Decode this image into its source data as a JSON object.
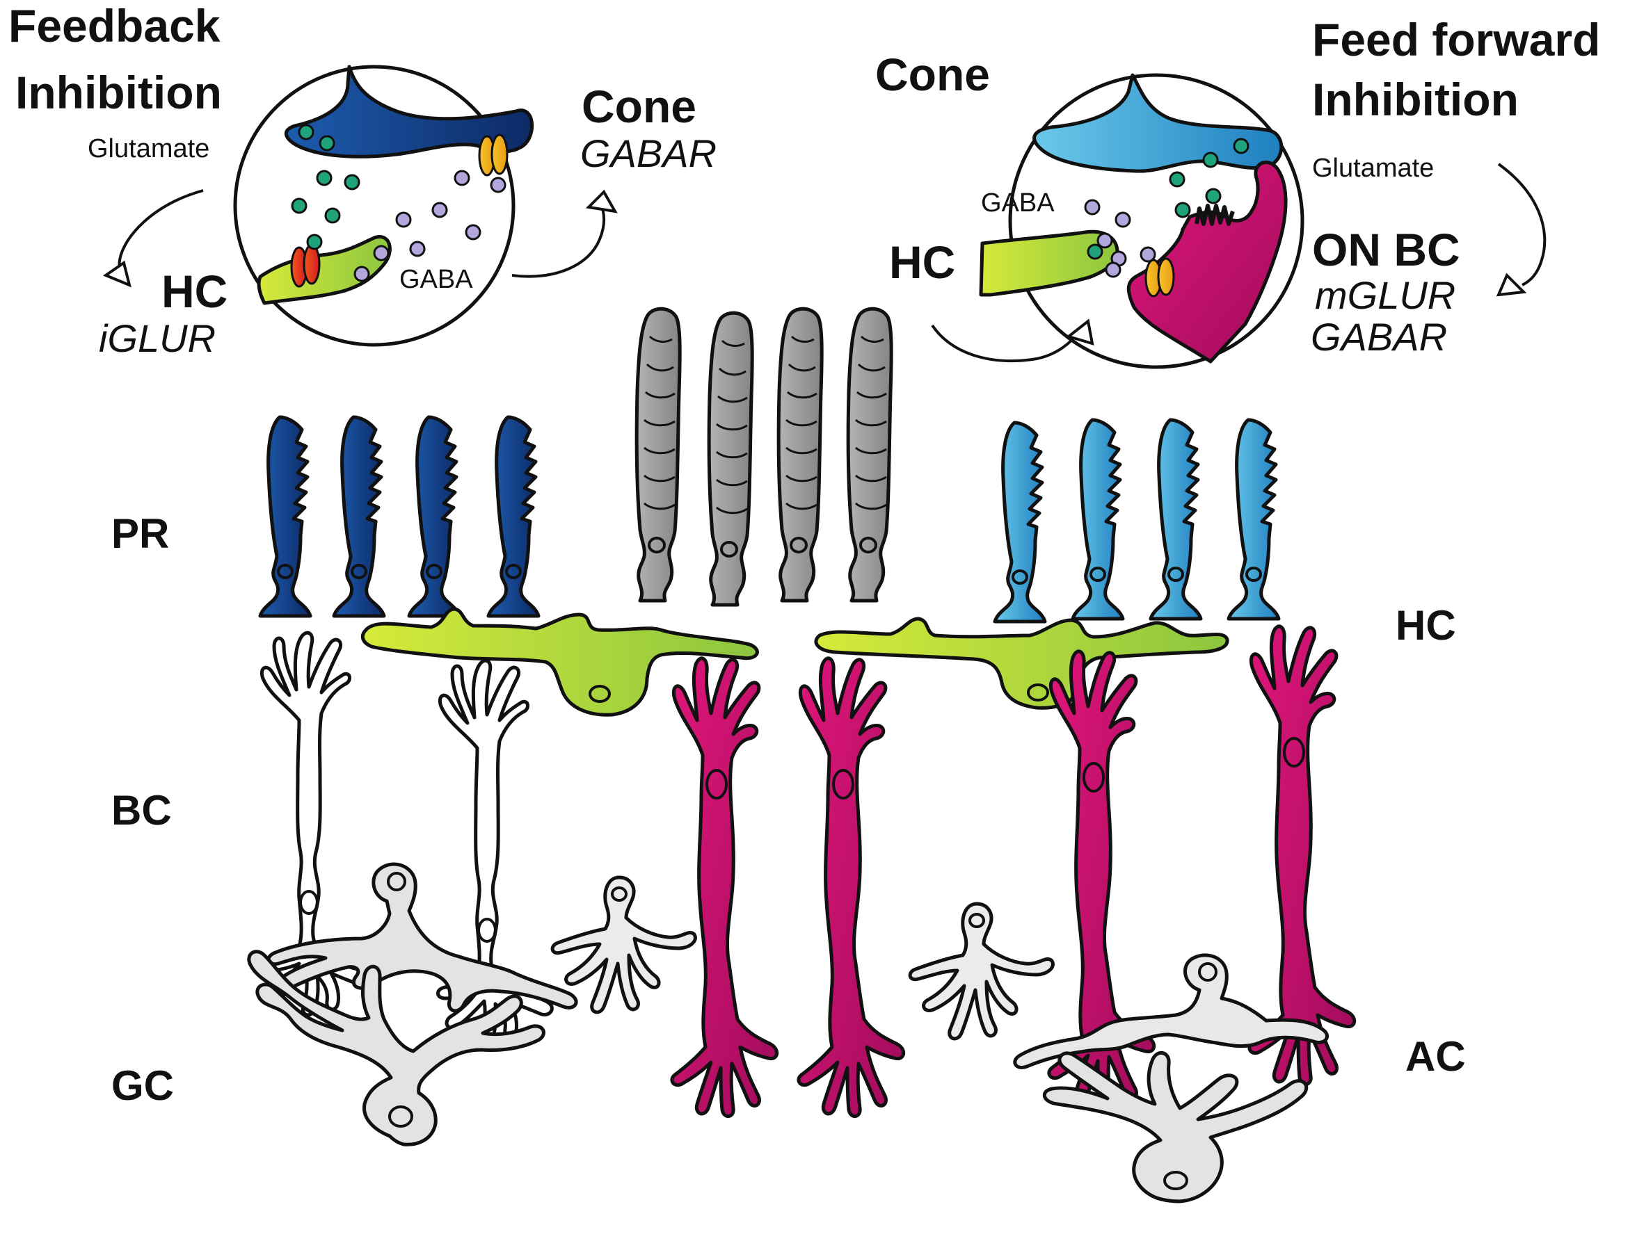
{
  "titles": {
    "feedback_line1": "Feedback",
    "feedback_line2": "Inhibition",
    "feedforward_line1": "Feed forward",
    "feedforward_line2": "Inhibition"
  },
  "left_inset": {
    "glutamate": "Glutamate",
    "gaba": "GABA",
    "cone": "Cone",
    "cone_receptor": "GABAR",
    "hc": "HC",
    "hc_receptor": "iGLUR"
  },
  "right_inset": {
    "cone": "Cone",
    "glutamate": "Glutamate",
    "gaba": "GABA",
    "hc": "HC",
    "onbc": "ON BC",
    "onbc_receptor1": "mGLUR",
    "onbc_receptor2": "GABAR"
  },
  "layers": {
    "pr": "PR",
    "hc": "HC",
    "bc": "BC",
    "gc": "GC",
    "ac": "AC"
  },
  "colors": {
    "s_cone_dark_blue": "#1c4f9c",
    "m_cone_light_blue": "#3aa3d6",
    "rod_gray": "#9a9a9a",
    "horizontal_cell_green": "#b5d23a",
    "on_bipolar_magenta": "#c4116c",
    "off_bipolar_white": "#ffffff",
    "amacrine_ganglion_gray": "#dedede",
    "glutamate_vesicle": "#1fa37a",
    "gaba_vesicle": "#b3a6dc",
    "ionotropic_receptor_red": "#e8321e",
    "gaba_receptor_yellow": "#f3b51e"
  }
}
